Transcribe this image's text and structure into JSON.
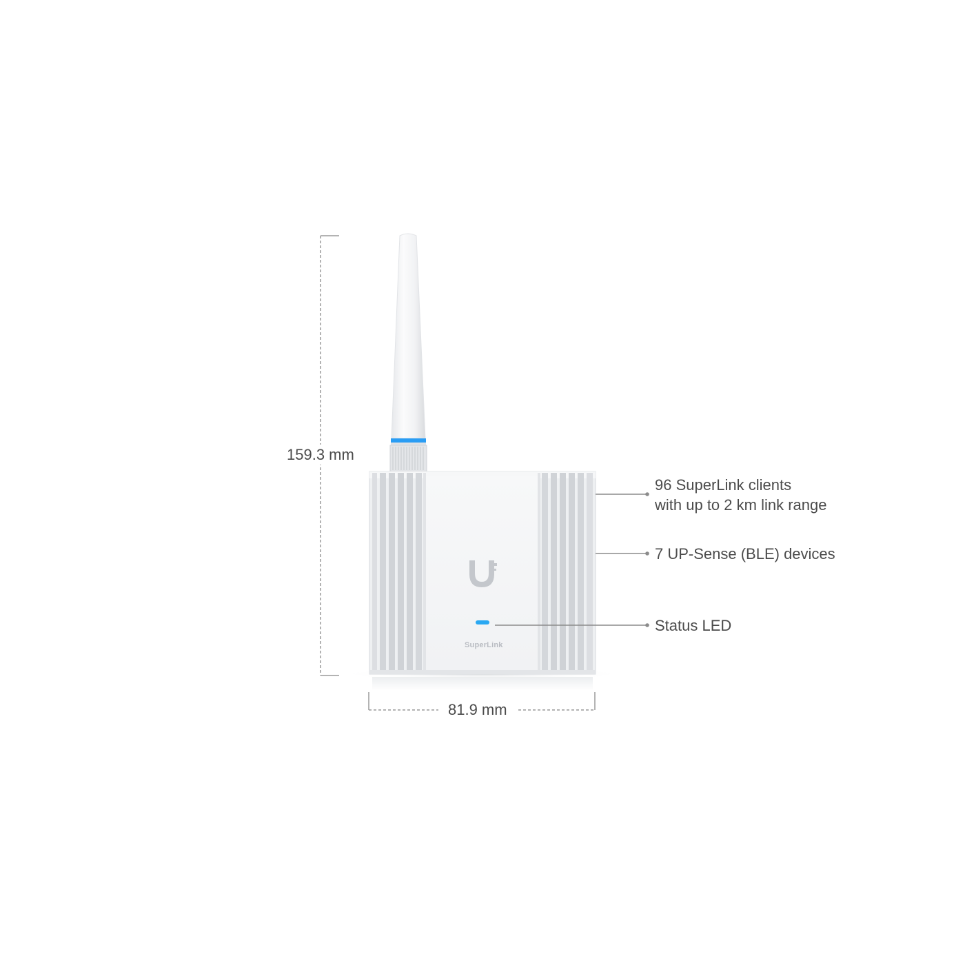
{
  "dimensions": {
    "height_label": "159.3 mm",
    "width_label": "81.9 mm"
  },
  "device": {
    "brand_label": "SuperLink",
    "logo_icon": "ubiquiti-u-logo-icon",
    "led_color": "#2aa8f2",
    "antenna_ring_color": "#2a9df4"
  },
  "callouts": [
    {
      "line1": "96 SuperLink clients",
      "line2": "with up to 2 km link range"
    },
    {
      "line1": "7 UP-Sense (BLE) devices"
    },
    {
      "line1": "Status LED"
    }
  ]
}
